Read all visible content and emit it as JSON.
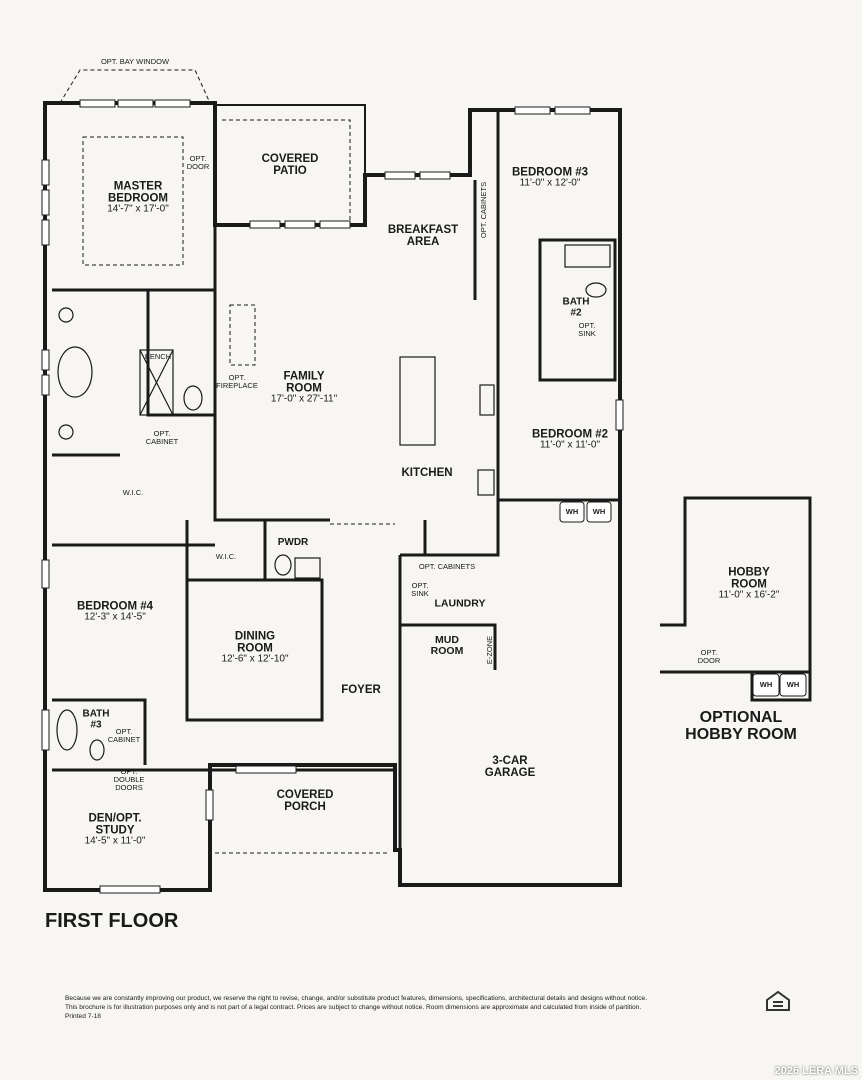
{
  "floor_title": "FIRST FLOOR",
  "rooms": {
    "bay_window": "OPT. BAY WINDOW",
    "covered_patio": [
      "COVERED",
      "PATIO"
    ],
    "master_bedroom": {
      "name": [
        "MASTER",
        "BEDROOM"
      ],
      "dim": "14'-7\" x 17'-0\""
    },
    "opt_door_master": [
      "OPT.",
      "DOOR"
    ],
    "breakfast_area": [
      "BREAKFAST",
      "AREA"
    ],
    "opt_cabinets_breakfast": "OPT. CABINETS",
    "bedroom3": {
      "name": "BEDROOM #3",
      "dim": "11'-0\" x 12'-0\""
    },
    "bath2": [
      "BATH",
      "#2"
    ],
    "opt_sink_bath2": [
      "OPT.",
      "SINK"
    ],
    "bench": "BENCH",
    "opt_fireplace": [
      "OPT.",
      "FIREPLACE"
    ],
    "family_room": {
      "name": [
        "FAMILY",
        "ROOM"
      ],
      "dim": "17'-0\" x 27'-11\""
    },
    "opt_cabinet_master": [
      "OPT.",
      "CABINET"
    ],
    "bedroom2": {
      "name": "BEDROOM #2",
      "dim": "11'-0\" x 11'-0\""
    },
    "kitchen": "KITCHEN",
    "wic_master": "W.I.C.",
    "wh": "WH",
    "wic_bed4": "W.I.C.",
    "pwdr": "PWDR",
    "opt_cabinets_laundry": "OPT. CABINETS",
    "opt_sink_laundry": [
      "OPT.",
      "SINK"
    ],
    "laundry": "LAUNDRY",
    "bedroom4": {
      "name": "BEDROOM #4",
      "dim": "12'-3\" x 14'-5\""
    },
    "dining_room": {
      "name": [
        "DINING",
        "ROOM"
      ],
      "dim": "12'-6\" x 12'-10\""
    },
    "mud_room": [
      "MUD",
      "ROOM"
    ],
    "e_zone": "E-ZONE",
    "foyer": "FOYER",
    "bath3": [
      "BATH",
      "#3"
    ],
    "opt_cabinet_bath3": [
      "OPT.",
      "CABINET"
    ],
    "opt_double_doors": [
      "OPT.",
      "DOUBLE",
      "DOORS"
    ],
    "garage": [
      "3-CAR",
      "GARAGE"
    ],
    "covered_porch": [
      "COVERED",
      "PORCH"
    ],
    "den": {
      "name": [
        "DEN/OPT.",
        "STUDY"
      ],
      "dim": "14'-5\" x 11'-0\""
    },
    "hobby_room": {
      "name": [
        "HOBBY",
        "ROOM"
      ],
      "dim": "11'-0\" x 16'-2\""
    },
    "opt_door_hobby": [
      "OPT.",
      "DOOR"
    ]
  },
  "optional_title": [
    "OPTIONAL",
    "HOBBY ROOM"
  ],
  "disclaimer": [
    "Because we are constantly improving our product, we reserve the right to revise, change, and/or substitute product features, dimensions, specifications, architectural details and designs without notice.",
    "This brochure is for illustration purposes only and is not part of a legal contract. Prices are subject to change without notice. Room dimensions are approximate and calculated from inside of partition.",
    "Printed 7-18"
  ],
  "watermark": "2026 LERA MLS",
  "colors": {
    "wall": "#1a1a1a",
    "paper": "#f7f6f3"
  }
}
